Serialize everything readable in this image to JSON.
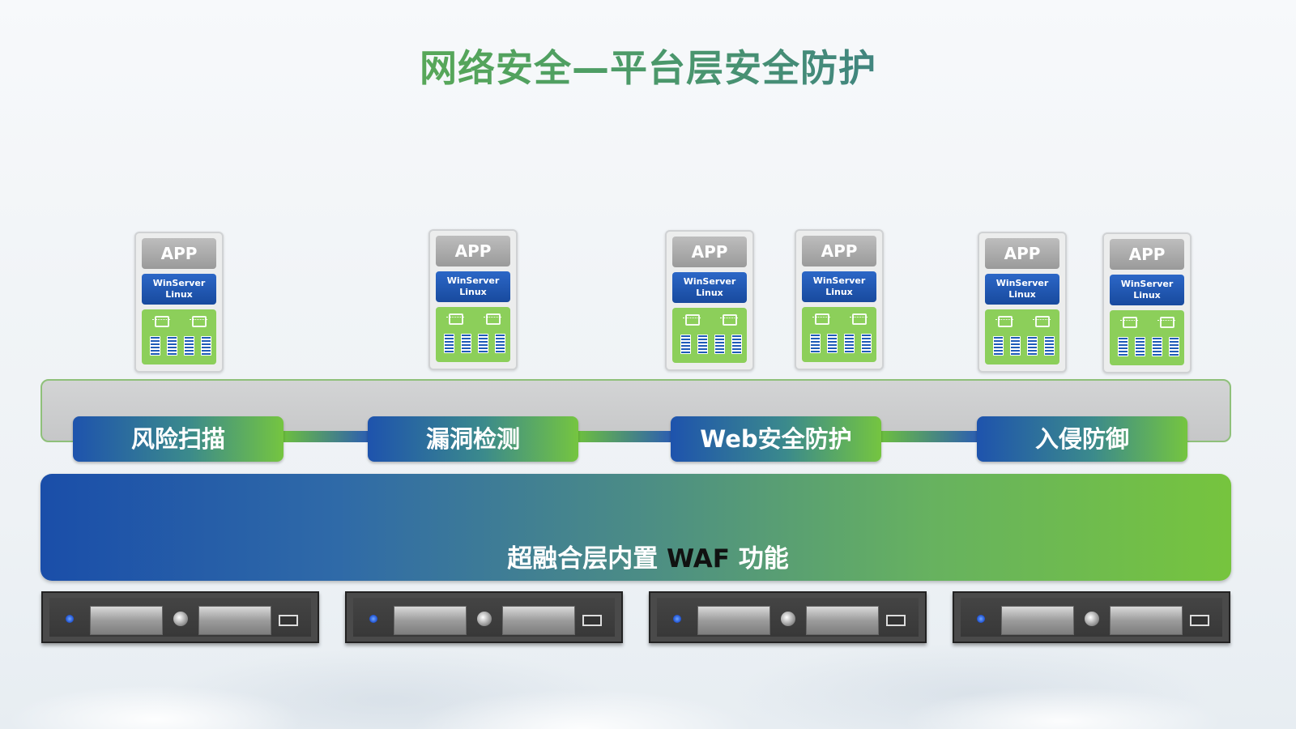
{
  "title": "网络安全—平台层安全防护",
  "vm_template": {
    "app_label": "APP",
    "os_line1": "WinServer",
    "os_line2": "Linux"
  },
  "vms": [
    {
      "app": "APP",
      "os1": "WinServer",
      "os2": "Linux"
    },
    {
      "app": "APP",
      "os1": "WinServer",
      "os2": "Linux"
    },
    {
      "app": "APP",
      "os1": "WinServer",
      "os2": "Linux"
    },
    {
      "app": "APP",
      "os1": "WinServer",
      "os2": "Linux"
    },
    {
      "app": "APP",
      "os1": "WinServer",
      "os2": "Linux"
    },
    {
      "app": "APP",
      "os1": "WinServer",
      "os2": "Linux"
    }
  ],
  "functions": [
    "风险扫描",
    "漏洞检测",
    "Web安全防护",
    "入侵防御"
  ],
  "waf": {
    "label_cn_prefix": "超融合层内置",
    "label_en": "WAF",
    "label_cn_suffix": "功能"
  },
  "colors": {
    "green": "#76c43e",
    "blue": "#1a4ea9",
    "gray_band": "#c6c7c8"
  },
  "icons": [
    "cpu-icon",
    "memory-icon",
    "server-icon"
  ]
}
